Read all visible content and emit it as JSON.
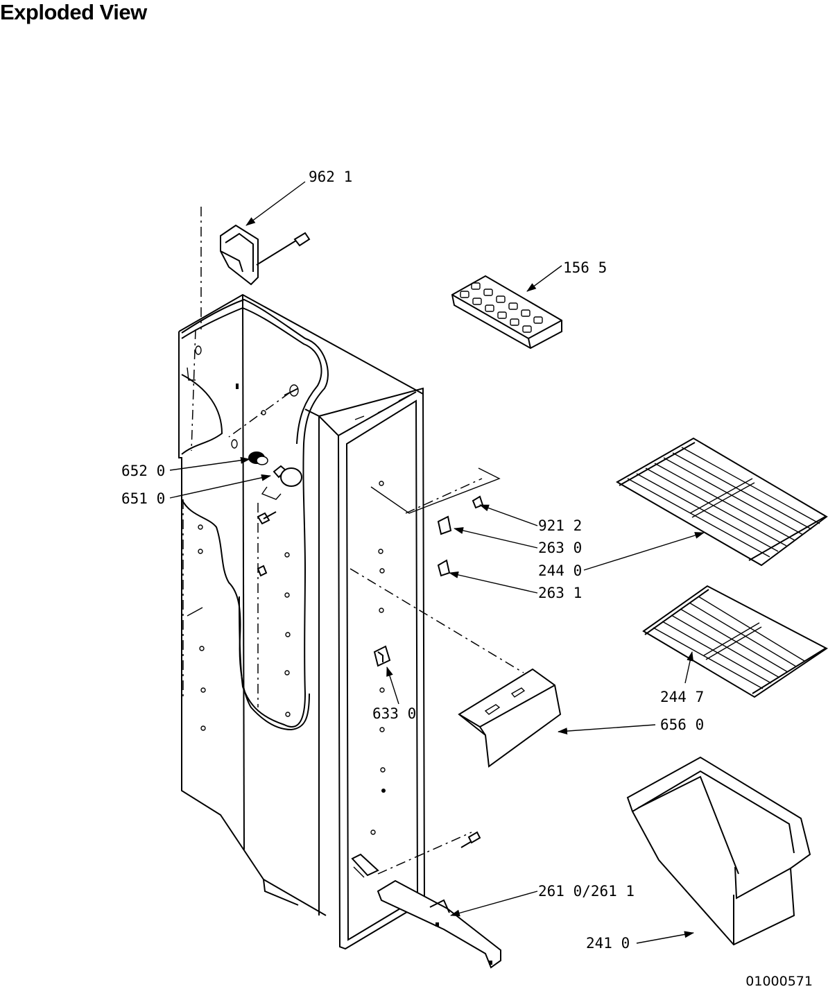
{
  "title": "Exploded View",
  "doc_id": "01000571",
  "callouts": {
    "c9621": "962 1",
    "c1565": "156 5",
    "c6520": "652 0",
    "c6510": "651 0",
    "c9212": "921 2",
    "c2630": "263 0",
    "c2440": "244 0",
    "c2631": "263 1",
    "c2447": "244 7",
    "c6330": "633 0",
    "c6560": "656 0",
    "c2610": "261 0/261 1",
    "c2410": "241 0"
  }
}
